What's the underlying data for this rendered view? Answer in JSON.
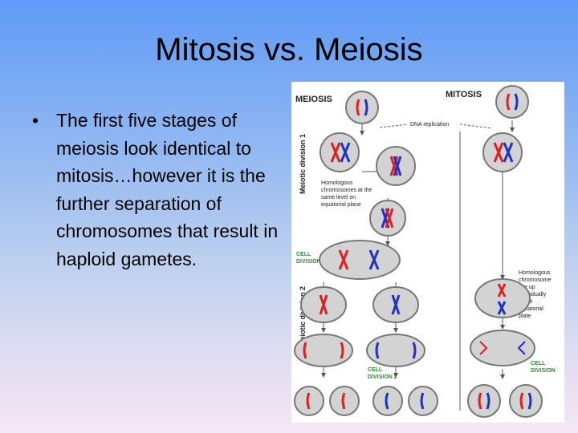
{
  "slide": {
    "title": "Mitosis vs. Meiosis",
    "bullets": [
      "The first five stages of meiosis look identical to mitosis…however it is the further separation of chromosomes that result in haploid gametes."
    ],
    "bullet_glyph": "•"
  },
  "diagram": {
    "meiosis_label": "MEIOSIS",
    "mitosis_label": "MITOSIS",
    "dna_replication": "DNA replication",
    "meiotic_division_1": "Meiotic division 1",
    "meiotic_division_2": "Meiotic division 2",
    "homologous_note": [
      "Homologous",
      "chromosomes at the",
      "same level on",
      "equatorial plane"
    ],
    "cell_division_1": [
      "CELL",
      "DIVISION 1"
    ],
    "cell_division_2": [
      "CELL",
      "DIVISION 2"
    ],
    "mitosis_note": [
      "Homologous",
      "chromosome",
      "line up",
      "individually",
      "at the",
      "equatorial",
      "plate"
    ],
    "mitosis_cell_division": [
      "CELL",
      "DIVISION"
    ],
    "colors": {
      "cell_fill": "#d3d3d3",
      "cell_stroke": "#777777",
      "chromosome_red": "#e02020",
      "chromosome_blue": "#2030c8",
      "label_green": "#2f8a3a"
    }
  }
}
